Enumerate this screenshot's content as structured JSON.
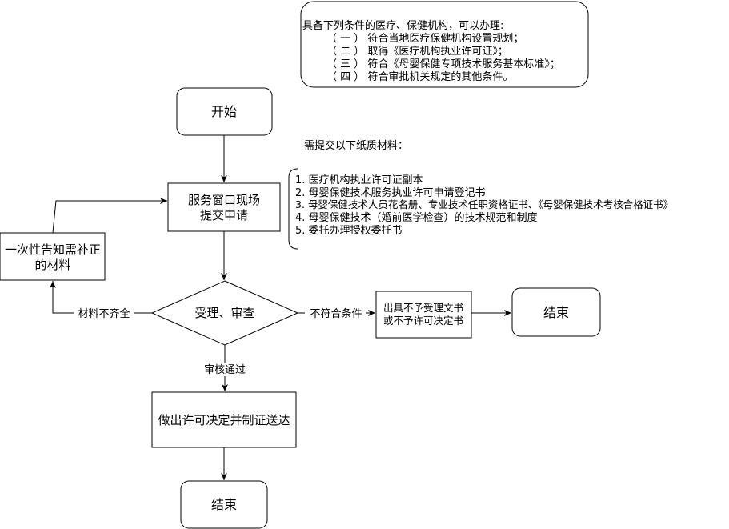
{
  "conditions": {
    "title": "具备下列条件的医疗、保健机构，可以办理:",
    "items": [
      "（ 一 ） 符合当地医疗保健机构设置规划；",
      "（ 二 ） 取得《医疗机构执业许可证》；",
      "（ 三 ） 符合《母婴保健专项技术服务基本标准》；",
      "（ 四 ） 符合审批机关规定的其他条件。"
    ]
  },
  "nodes": {
    "start": "开始",
    "submit": [
      "服务窗口现场",
      "提交申请"
    ],
    "review": "受理、审查",
    "notify": [
      "一次性告知需补正",
      "的材料"
    ],
    "reject_doc": [
      "出具不予受理文书",
      "或不予许可决定书"
    ],
    "end_right": "结束",
    "approve": "做出许可决定并制证送达",
    "end_bottom": "结束"
  },
  "edges": {
    "incomplete": "材料不齐全",
    "not_qualified": "不符合条件",
    "passed": "审核通过"
  },
  "materials": {
    "title": "需提交以下纸质材料：",
    "items": [
      "1.   医疗机构执业许可证副本",
      "2. 母婴保健技术服务执业许可申请登记书",
      "3. 母婴保健技术人员花名册、专业技术任职资格证书、《母婴保健技术考核合格证书》",
      "4. 母婴保健技术（婚前医学检查）的技术规范和制度",
      "5. 委托办理授权委托书"
    ]
  }
}
